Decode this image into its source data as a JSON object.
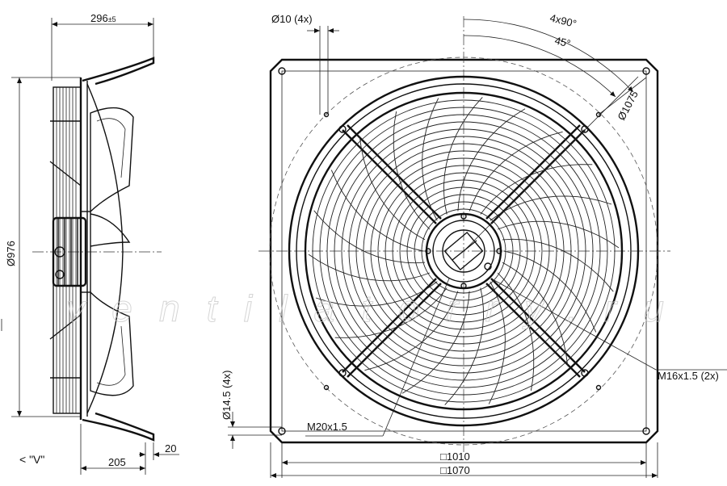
{
  "side_view": {
    "depth_label": "296",
    "depth_tolerance": "±5",
    "diameter_label": "Ø976",
    "bottom_left_label": "205",
    "bottom_right_label": "20",
    "view_marker": "< \"V\""
  },
  "front_view": {
    "hole_label": "Ø10 (4x)",
    "angle_label_1": "4x90°",
    "angle_label_2": "45°",
    "circle_label": "Ø1075",
    "thread_label_right": "M16x1.5 (2x)",
    "thread_label_left": "M20x1.5",
    "hole_spacing_label": "14.5 (4x)",
    "inner_square_label": "□1010",
    "outer_square_label": "□1070"
  },
  "watermark": "ventilatorry.ru"
}
